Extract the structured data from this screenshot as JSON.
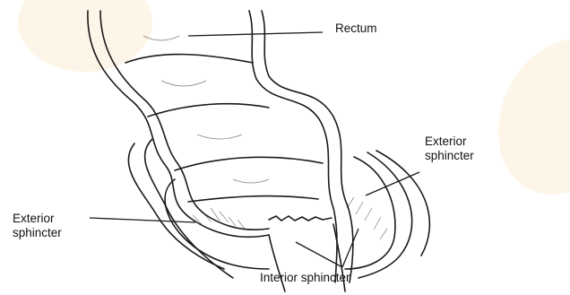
{
  "labels": {
    "rectum": "Rectum",
    "exterior_sphincter_right_line1": "Exterior",
    "exterior_sphincter_right_line2": "sphincter",
    "exterior_sphincter_left_line1": "Exterior",
    "exterior_sphincter_left_line2": "sphincter",
    "interior_sphincter": "Interior sphincter"
  },
  "colors": {
    "ink": "#1a1a1a",
    "watermark": "#e8b85a",
    "background": "#ffffff"
  }
}
